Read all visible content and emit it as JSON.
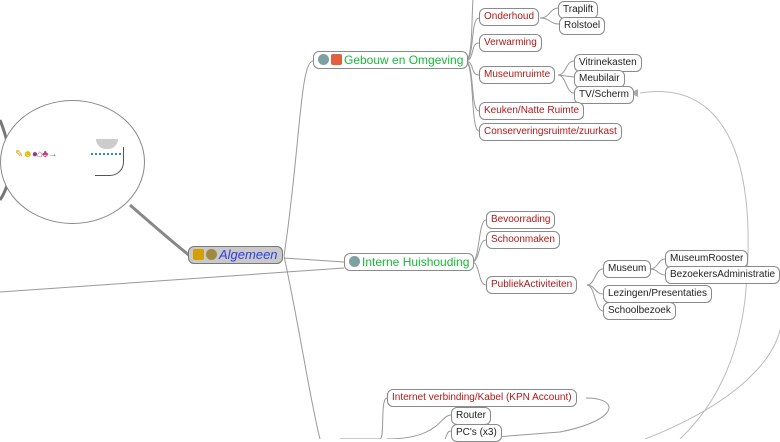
{
  "root": {
    "label": "Algemeen"
  },
  "branches": {
    "gebouw": {
      "label": "Gebouw en Omgeving",
      "children": {
        "onderhoud": "Onderhoud",
        "traplift": "Traplift",
        "rolstoel": "Rolstoel",
        "verwarming": "Verwarming",
        "museumruimte": "Museumruimte",
        "vitrinekasten": "Vitrinekasten",
        "meubilair": "Meubilair",
        "tvscherm": "TV/Scherm",
        "keuken": "Keuken/Natte Ruimte",
        "conservering": "Conserveringsruimte/zuurkast"
      }
    },
    "interne": {
      "label": "Interne Huishouding",
      "children": {
        "bevoorrading": "Bevoorrading",
        "schoonmaken": "Schoonmaken",
        "publieks": "PubliekActiviteiten",
        "museum": "Museum",
        "rooster": "MuseumRooster",
        "bezoekers": "BezoekersAdministratie",
        "lezingen": "Lezingen/Presentaties",
        "school": "Schoolbezoek"
      }
    },
    "ict": {
      "children": {
        "internet": "Internet verbinding/Kabel (KPN Account)",
        "router": "Router",
        "pcs": "PC's (x3)"
      }
    }
  },
  "colors": {
    "red_text": "#b01818",
    "green_text": "#18b838",
    "blue_text": "#2d3fe0"
  }
}
